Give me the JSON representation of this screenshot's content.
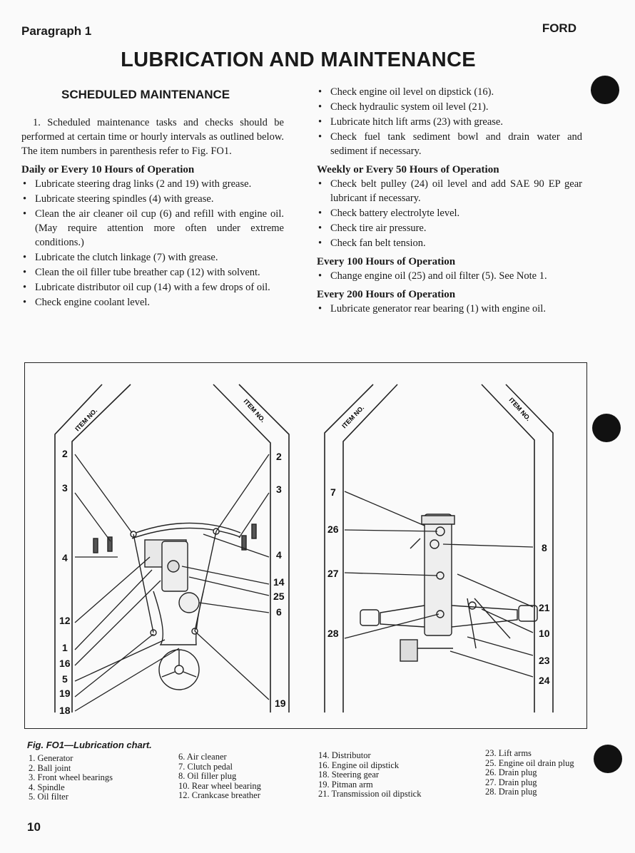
{
  "header": {
    "left": "Paragraph 1",
    "right": "FORD"
  },
  "title": "LUBRICATION AND MAINTENANCE",
  "section_title": "SCHEDULED MAINTENANCE",
  "intro": "1. Scheduled maintenance tasks and checks should be performed at certain time or hourly intervals as outlined below. The item numbers in parenthesis refer to Fig. FO1.",
  "daily": {
    "heading": "Daily or Every 10 Hours of Operation",
    "items": [
      "Lubricate steering drag links (2 and 19) with grease.",
      "Lubricate steering spindles (4) with grease.",
      "Clean the air cleaner oil cup (6) and refill with engine oil. (May require attention more often under extreme conditions.)",
      "Lubricate the clutch linkage (7) with grease.",
      "Clean the oil filler tube breather cap (12) with solvent.",
      "Lubricate distributor oil cup (14) with a few drops of oil.",
      "Check engine coolant level."
    ]
  },
  "daily_continued": [
    "Check engine oil level on dipstick (16).",
    "Check hydraulic system oil level (21).",
    "Lubricate hitch lift arms (23) with grease.",
    "Check fuel tank sediment bowl and drain water and sediment if necessary."
  ],
  "weekly": {
    "heading": "Weekly or Every 50 Hours of Operation",
    "items": [
      "Check belt pulley (24) oil level and add SAE 90 EP gear lubricant if necessary.",
      "Check battery electrolyte level.",
      "Check tire air pressure.",
      "Check fan belt tension."
    ]
  },
  "hours100": {
    "heading": "Every 100 Hours of Operation",
    "items": [
      "Change engine oil (25) and oil filter (5). See Note 1."
    ]
  },
  "hours200": {
    "heading": "Every 200 Hours of Operation",
    "items": [
      "Lubricate generator rear bearing (1) with engine oil."
    ]
  },
  "figure": {
    "item_no_label": "ITEM NO.",
    "left_view": {
      "left_numbers": [
        "2",
        "3",
        "4",
        "12",
        "1",
        "16",
        "5",
        "19",
        "18"
      ],
      "right_numbers": [
        "2",
        "3",
        "4",
        "14",
        "25",
        "6",
        "19"
      ]
    },
    "right_view": {
      "left_numbers": [
        "7",
        "26",
        "27",
        "28"
      ],
      "right_numbers": [
        "8",
        "21",
        "10",
        "23",
        "24"
      ]
    }
  },
  "caption": "Fig. FO1—Lubrication chart.",
  "legend": [
    [
      "1. Generator",
      "2. Ball joint",
      "3. Front wheel bearings",
      "4. Spindle",
      "5. Oil filter"
    ],
    [
      "6. Air cleaner",
      "7. Clutch pedal",
      "8. Oil filler plug",
      "10. Rear wheel bearing",
      "12. Crankcase breather"
    ],
    [
      "14. Distributor",
      "16. Engine oil dipstick",
      "18. Steering gear",
      "19. Pitman arm",
      "21. Transmission oil dipstick"
    ],
    [
      "23. Lift arms",
      "25. Engine oil drain plug",
      "26. Drain plug",
      "27. Drain plug",
      "28. Drain plug"
    ]
  ],
  "page_number": "10"
}
